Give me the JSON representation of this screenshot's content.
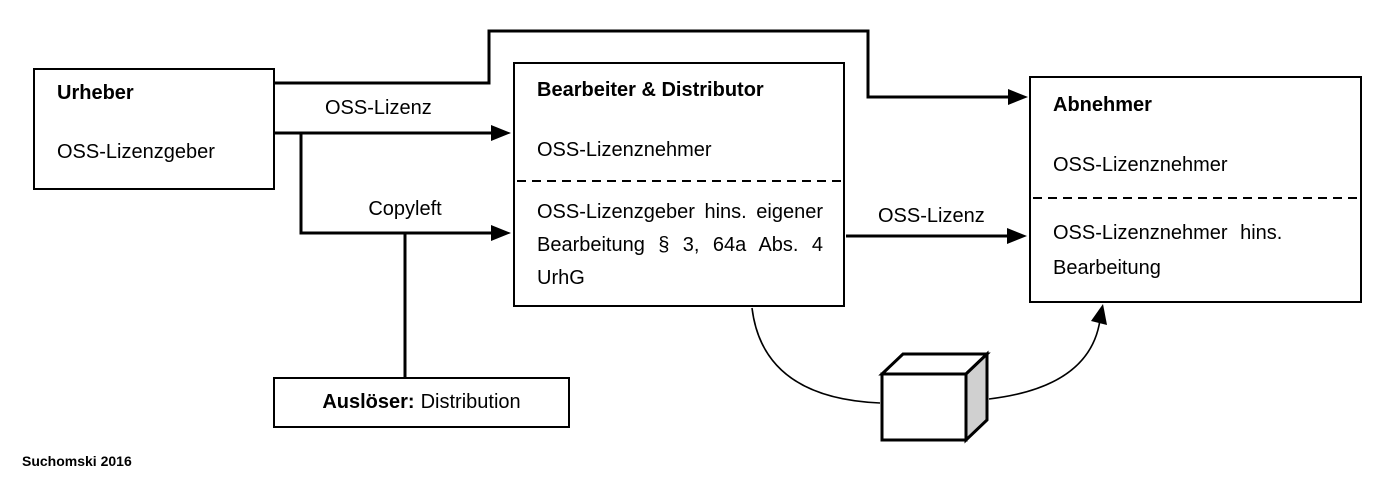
{
  "diagram": {
    "boxes": {
      "urheber": {
        "title": "Urheber",
        "role": "OSS-Lizenzgeber"
      },
      "bearbeiter": {
        "title": "Bearbeiter & Distributor",
        "upper_role": "OSS-Lizenznehmer",
        "lower_lines": [
          "OSS-Lizenzgeber hins. eigener",
          "Bearbeitung § 3, 64a Abs. 4",
          "UrhG"
        ]
      },
      "abnehmer": {
        "title": "Abnehmer",
        "upper_role": "OSS-Lizenznehmer",
        "lower_lines": [
          "OSS-Lizenznehmer hins.",
          "Bearbeitung"
        ]
      },
      "ausloeser": {
        "label_bold": "Auslöser:",
        "label_text": "Distribution"
      }
    },
    "edge_labels": {
      "oss_lizenz_urheber_bearbeiter": "OSS-Lizenz",
      "copyleft": "Copyleft",
      "oss_lizenz_bearbeiter_abnehmer": "OSS-Lizenz"
    },
    "credit": "Suchomski 2016",
    "colors": {
      "line": "#000000",
      "background": "#ffffff",
      "cube_side": "#d0d0d0"
    }
  }
}
